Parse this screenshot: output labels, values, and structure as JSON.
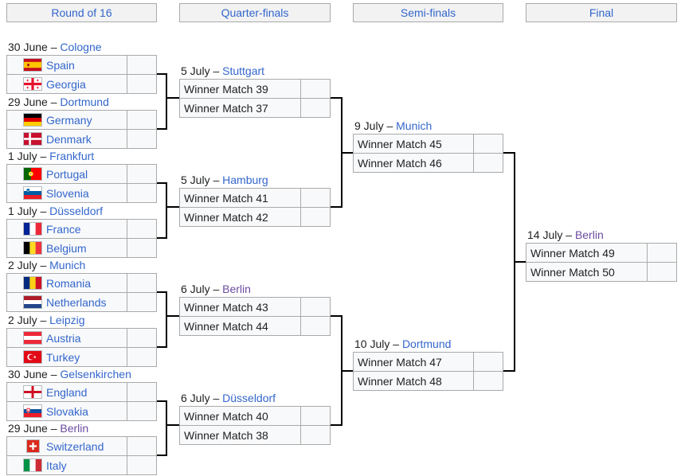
{
  "colors": {
    "link": "#3366cc",
    "visited": "#6b4ba1",
    "text": "#202122",
    "border": "#aaaaaa",
    "cell_bg": "#f8f9fa",
    "header_bg": "#f2f2f2",
    "connector": "#000000"
  },
  "headers": [
    "Round of 16",
    "Quarter-finals",
    "Semi-finals",
    "Final"
  ],
  "round_of_16": [
    {
      "date": "30 June – ",
      "city": "Cologne",
      "teams": [
        {
          "name": "Spain",
          "flag": "flag-spain",
          "score": ""
        },
        {
          "name": "Georgia",
          "flag": "flag-georgia",
          "score": ""
        }
      ]
    },
    {
      "date": "29 June – ",
      "city": "Dortmund",
      "teams": [
        {
          "name": "Germany",
          "flag": "flag-germany",
          "score": ""
        },
        {
          "name": "Denmark",
          "flag": "flag-denmark",
          "score": ""
        }
      ]
    },
    {
      "date": "1 July – ",
      "city": "Frankfurt",
      "teams": [
        {
          "name": "Portugal",
          "flag": "flag-portugal",
          "score": ""
        },
        {
          "name": "Slovenia",
          "flag": "flag-slovenia",
          "score": ""
        }
      ]
    },
    {
      "date": "1 July – ",
      "city": "Düsseldorf",
      "teams": [
        {
          "name": "France",
          "flag": "flag-france",
          "score": ""
        },
        {
          "name": "Belgium",
          "flag": "flag-belgium",
          "score": ""
        }
      ]
    },
    {
      "date": "2 July – ",
      "city": "Munich",
      "teams": [
        {
          "name": "Romania",
          "flag": "flag-romania",
          "score": ""
        },
        {
          "name": "Netherlands",
          "flag": "flag-netherlands",
          "score": ""
        }
      ]
    },
    {
      "date": "2 July – ",
      "city": "Leipzig",
      "teams": [
        {
          "name": "Austria",
          "flag": "flag-austria",
          "score": ""
        },
        {
          "name": "Turkey",
          "flag": "flag-turkey",
          "score": ""
        }
      ]
    },
    {
      "date": "30 June – ",
      "city": "Gelsenkirchen",
      "teams": [
        {
          "name": "England",
          "flag": "flag-england",
          "score": ""
        },
        {
          "name": "Slovakia",
          "flag": "flag-slovakia",
          "score": ""
        }
      ]
    },
    {
      "date": "29 June – ",
      "city": "Berlin",
      "teams": [
        {
          "name": "Switzerland",
          "flag": "flag-switzerland",
          "score": ""
        },
        {
          "name": "Italy",
          "flag": "flag-italy",
          "score": ""
        }
      ]
    }
  ],
  "quarter_finals": [
    {
      "date": "5 July – ",
      "city": "Stuttgart",
      "teams": [
        {
          "name": "Winner Match 39",
          "score": ""
        },
        {
          "name": "Winner Match 37",
          "score": ""
        }
      ]
    },
    {
      "date": "5 July – ",
      "city": "Hamburg",
      "teams": [
        {
          "name": "Winner Match 41",
          "score": ""
        },
        {
          "name": "Winner Match 42",
          "score": ""
        }
      ]
    },
    {
      "date": "6 July – ",
      "city": "Berlin",
      "teams": [
        {
          "name": "Winner Match 43",
          "score": ""
        },
        {
          "name": "Winner Match 44",
          "score": ""
        }
      ]
    },
    {
      "date": "6 July – ",
      "city": "Düsseldorf",
      "teams": [
        {
          "name": "Winner Match 40",
          "score": ""
        },
        {
          "name": "Winner Match 38",
          "score": ""
        }
      ]
    }
  ],
  "semi_finals": [
    {
      "date": "9 July – ",
      "city": "Munich",
      "teams": [
        {
          "name": "Winner Match 45",
          "score": ""
        },
        {
          "name": "Winner Match 46",
          "score": ""
        }
      ]
    },
    {
      "date": "10 July – ",
      "city": "Dortmund",
      "teams": [
        {
          "name": "Winner Match 47",
          "score": ""
        },
        {
          "name": "Winner Match 48",
          "score": ""
        }
      ]
    }
  ],
  "final": [
    {
      "date": "14 July – ",
      "city": "Berlin",
      "teams": [
        {
          "name": "Winner Match 49",
          "score": ""
        },
        {
          "name": "Winner Match 50",
          "score": ""
        }
      ]
    }
  ]
}
